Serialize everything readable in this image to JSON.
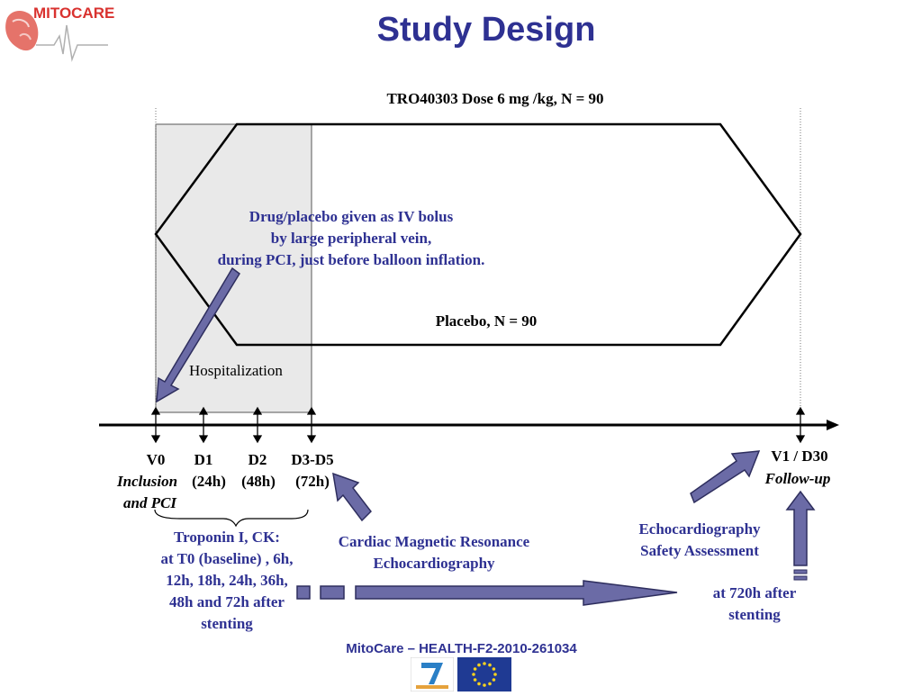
{
  "header": {
    "title": "Study Design",
    "logo_text": "MITOCARE"
  },
  "diagram": {
    "drug_arm_label": "TRO40303  Dose 6 mg /kg, N = 90",
    "placebo_arm_label": "Placebo, N = 90",
    "drug_note": [
      "Drug/placebo given as IV bolus",
      "by large peripheral vein,",
      "during PCI, just before balloon inflation."
    ],
    "hospitalization_label": "Hospitalization",
    "timepoints": [
      {
        "code": "V0",
        "sub": "Inclusion"
      },
      {
        "code": "D1",
        "sub": "(24h)"
      },
      {
        "code": "D2",
        "sub": "(48h)"
      },
      {
        "code": "D3-D5",
        "sub": "(72h)"
      }
    ],
    "v0_extra": "and PCI",
    "final_visit": {
      "code": "V1 / D30",
      "sub": "Follow-up"
    },
    "troponin_note": [
      "Troponin I, CK:",
      "at T0 (baseline) , 6h,",
      "12h, 18h, 24h, 36h,",
      "48h and 72h after",
      "stenting"
    ],
    "cmr_note": [
      "Cardiac Magnetic Resonance",
      "Echocardiography"
    ],
    "echo_note": [
      "Echocardiography",
      "Safety Assessment"
    ],
    "final_note": [
      "at 720h after",
      "stenting"
    ]
  },
  "footer": {
    "text": "MitoCare – HEALTH-F2-2010-261034"
  },
  "colors": {
    "title": "#2e3192",
    "arrow_fill": "#6b6ba6",
    "arrow_stroke": "#2e2e5e",
    "hospital_shade": "#e9e9e9",
    "logo": "#d9322f"
  }
}
